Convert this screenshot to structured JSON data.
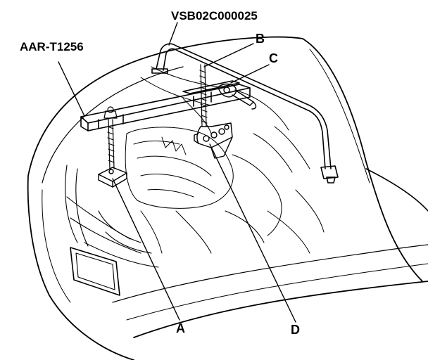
{
  "labels": {
    "part_vsb": "VSB02C000025",
    "part_aar": "AAR-T1256",
    "B": "B",
    "C": "C",
    "A": "A",
    "D": "D"
  },
  "colors": {
    "ink": "#000000",
    "paper": "#ffffff"
  }
}
